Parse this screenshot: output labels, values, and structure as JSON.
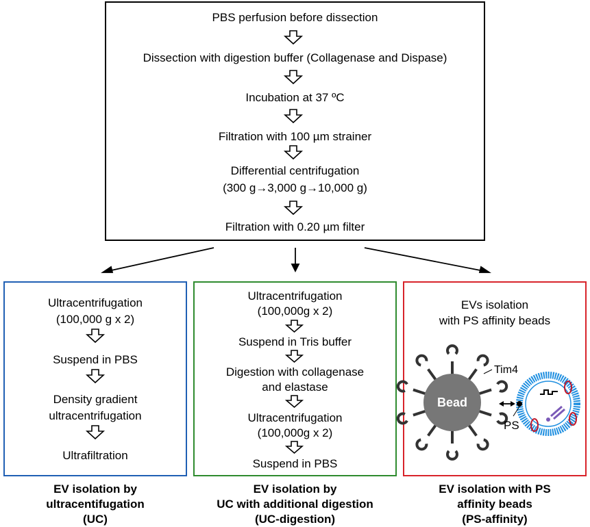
{
  "top_flow": {
    "steps": [
      "PBS perfusion before dissection",
      "Dissection with digestion buffer (Collagenase and Dispase)",
      "Incubation at 37 ºC",
      "Filtration with 100 µm strainer",
      "Differential centrifugation",
      "(300 g→3,000 g→10,000 g)",
      "Filtration with 0.20 µm filter"
    ]
  },
  "uc_box": {
    "steps": [
      "Ultracentrifugation",
      "(100,000 g x 2)",
      "Suspend in PBS",
      "Density gradient",
      "ultracentrifugation",
      "Ultrafiltration"
    ],
    "caption": [
      "EV isolation by",
      "ultracentifugation",
      "(UC)"
    ],
    "color": "#1f5fb4"
  },
  "ucd_box": {
    "steps": [
      "Ultracentrifugation",
      "(100,000g x 2)",
      "Suspend in Tris buffer",
      "Digestion with collagenase",
      "and elastase",
      "Ultracentrifugation",
      "(100,000g x 2)",
      "Suspend in PBS"
    ],
    "caption": [
      "EV isolation by",
      "UC with additional digestion",
      "(UC-digestion)"
    ],
    "color": "#2e8b2e"
  },
  "ps_box": {
    "title": [
      "EVs isolation",
      "with PS affinity beads"
    ],
    "bead_label": "Bead",
    "tim4_label": "Tim4",
    "ps_label": "PS",
    "caption": [
      "EV isolation with PS",
      "affinity beads",
      "(PS-affinity)"
    ],
    "color": "#d8232a",
    "vesicle_color": "#1f8fe0"
  }
}
